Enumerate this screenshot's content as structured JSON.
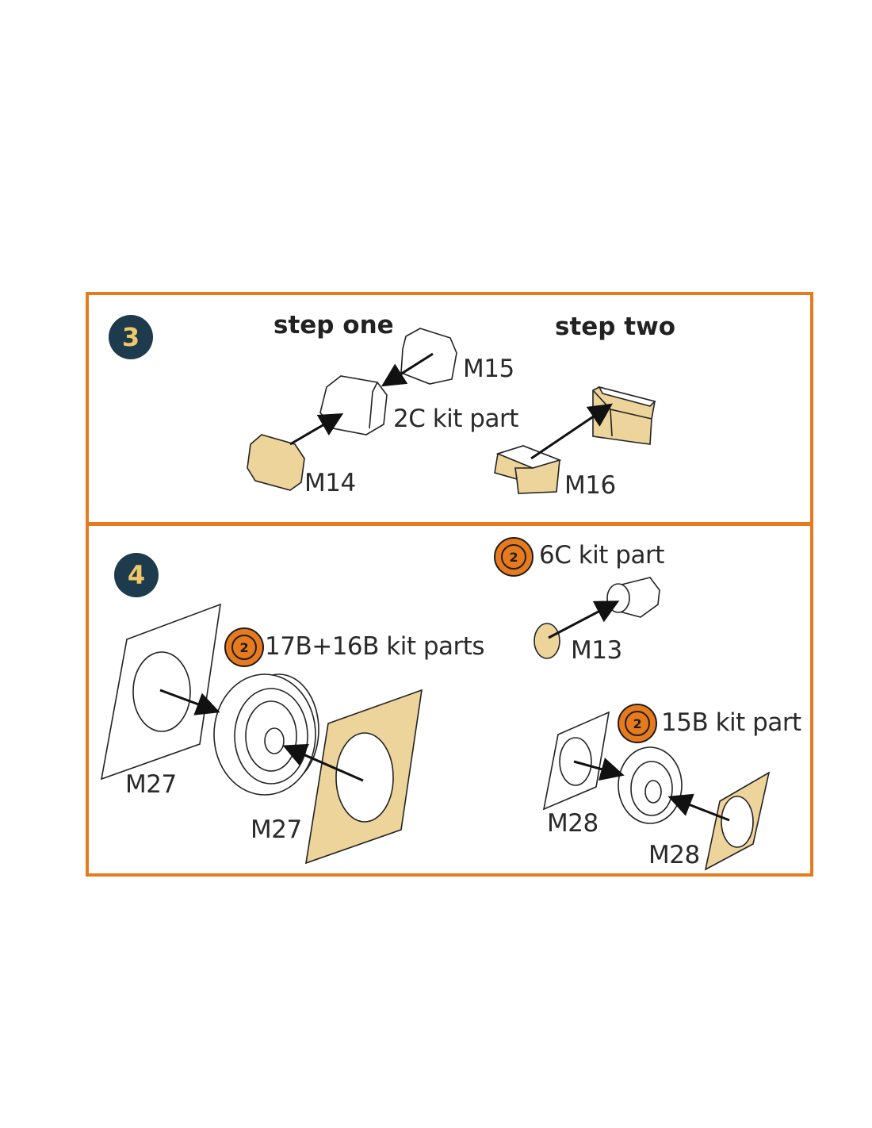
{
  "colors": {
    "frame": "#e87a1e",
    "badge_bg": "#1d3b4c",
    "badge_text": "#f0c76a",
    "resin": "#ecd49b",
    "kit_icon": "#e87a1e"
  },
  "step3": {
    "number": "3",
    "heading_one": "step one",
    "heading_two": "step two",
    "labels": {
      "m15": "M15",
      "kit2c": "2C kit part",
      "m14": "M14",
      "m16": "M16"
    }
  },
  "step4": {
    "number": "4",
    "labels": {
      "kit6c": "6C kit part",
      "m13": "M13",
      "kit17b16b": "17B+16B kit parts",
      "m27_left": "M27",
      "m27_right": "M27",
      "kit15b": "15B kit part",
      "m28_left": "M28",
      "m28_right": "M28"
    },
    "kit_icon_text": "2",
    "kit_icon_name": "kit-part-icon"
  }
}
